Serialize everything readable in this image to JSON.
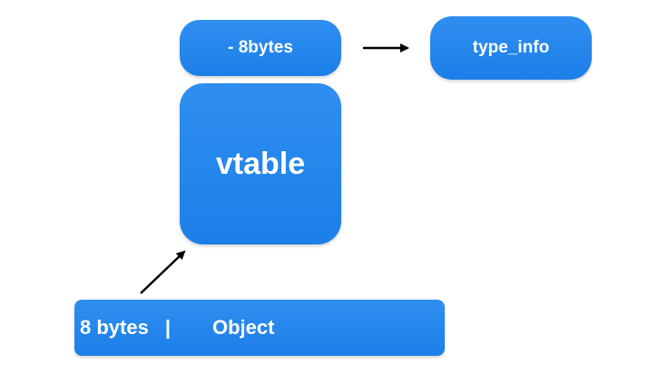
{
  "diagram": {
    "offset_box": {
      "label": "- 8bytes"
    },
    "type_info_box": {
      "label": "type_info"
    },
    "vtable_box": {
      "label": "vtable"
    },
    "object_box": {
      "size_label": "8 bytes",
      "separator": "|",
      "name_label": "Object"
    },
    "colors": {
      "box_fill": "#1f85ec",
      "box_text": "#ffffff",
      "arrow": "#000000",
      "background": "#ffffff"
    },
    "arrows": [
      {
        "from": "offset_box",
        "to": "type_info_box"
      },
      {
        "from": "object_box",
        "to": "vtable_box"
      }
    ]
  }
}
